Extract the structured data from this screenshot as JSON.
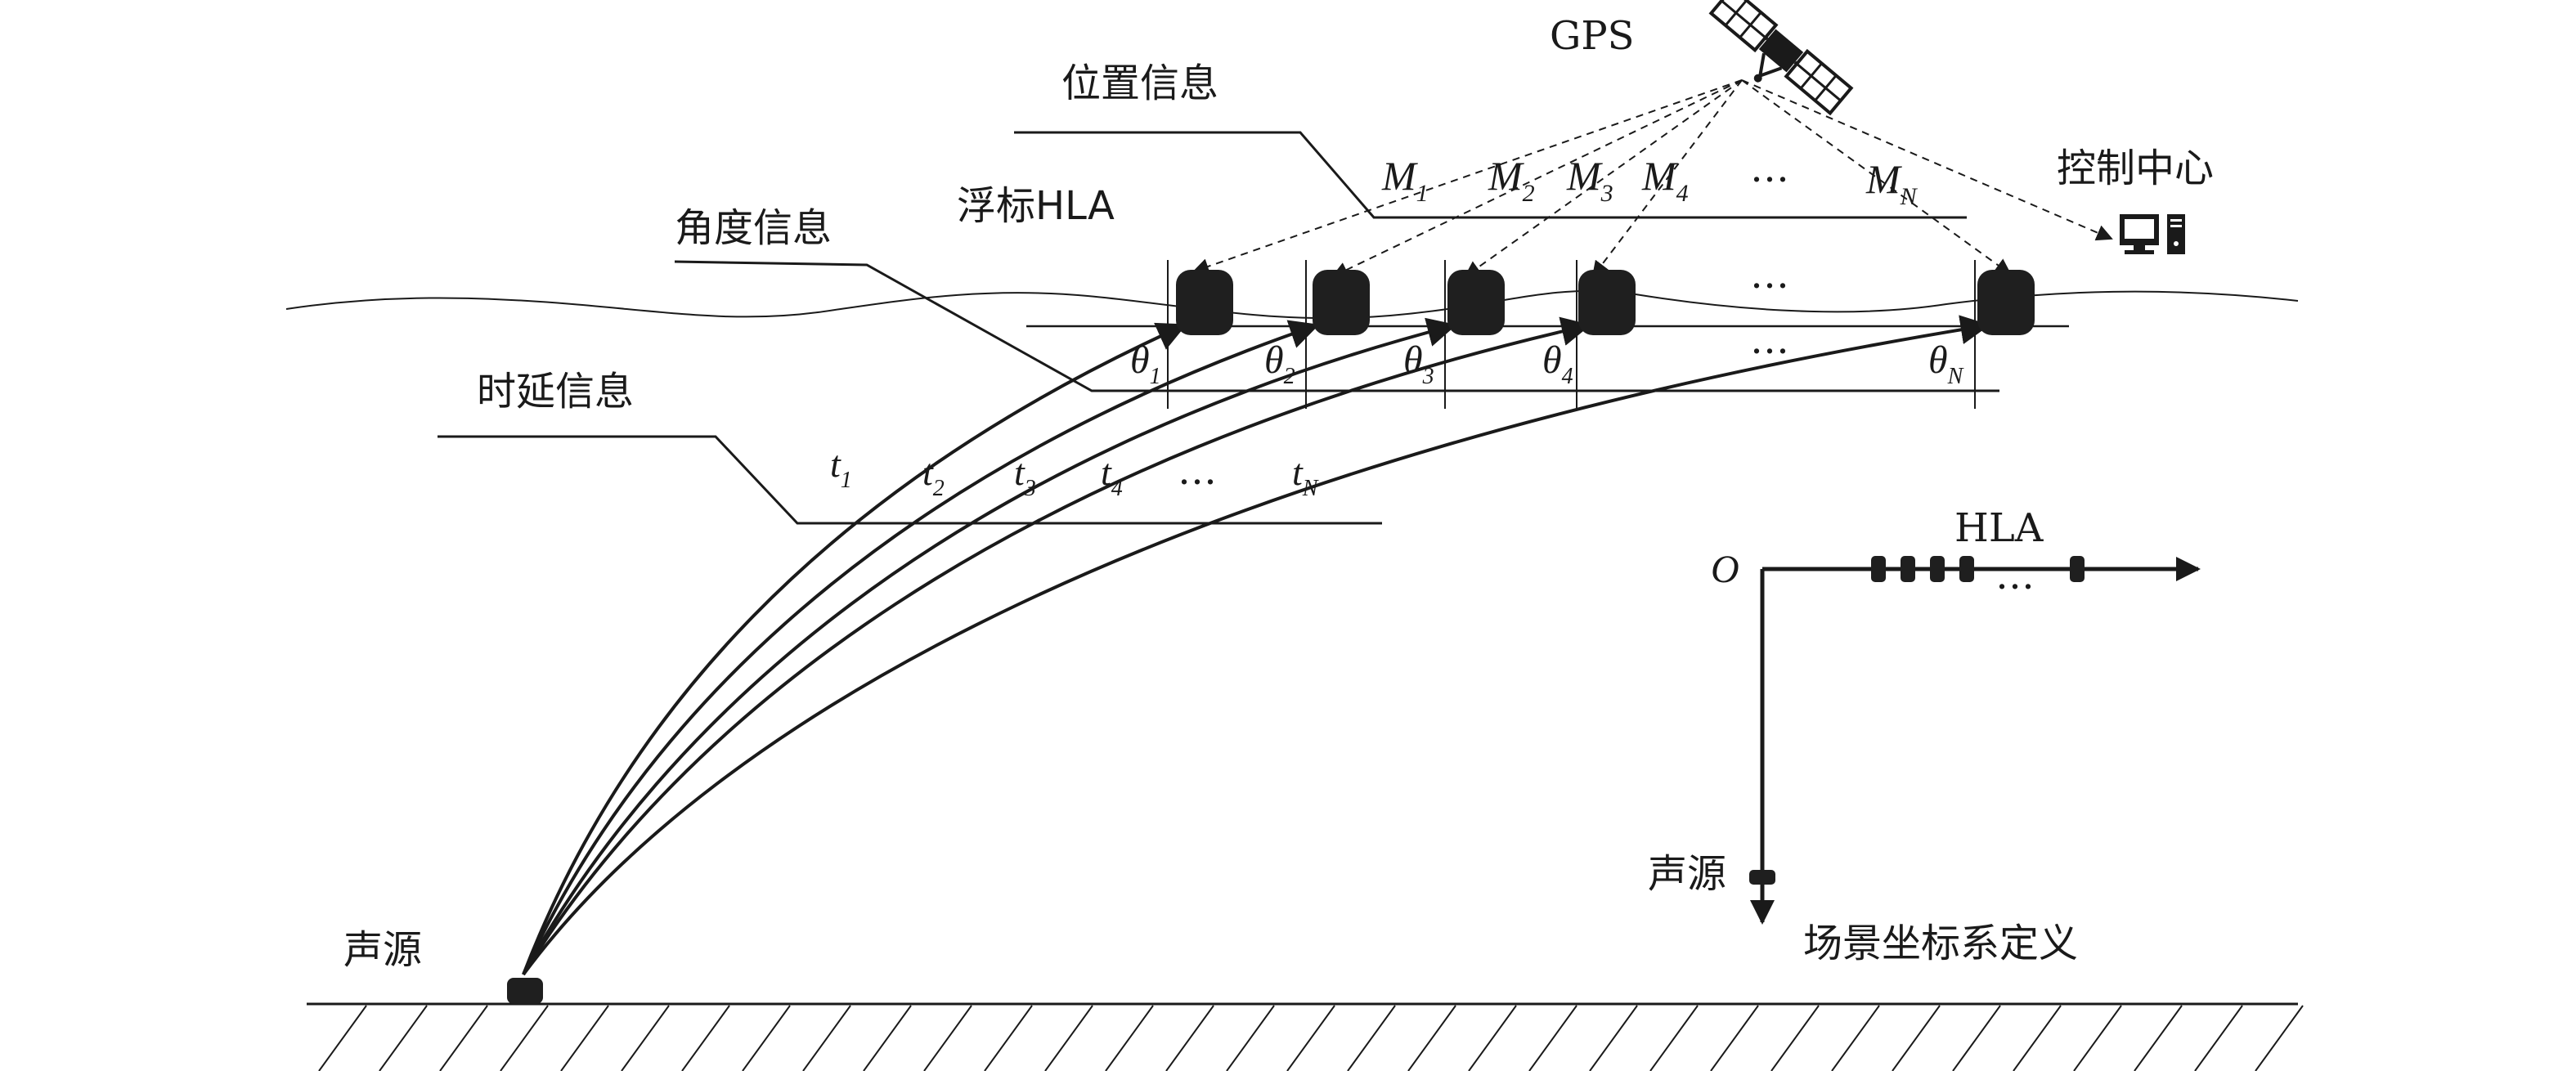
{
  "labels": {
    "gps": "GPS",
    "position_info": "位置信息",
    "angle_info": "角度信息",
    "delay_info": "时延信息",
    "buoy_hla": "浮标HLA",
    "control_center": "控制中心",
    "source": "声源",
    "coord_hla": "HLA",
    "coord_origin": "O",
    "coord_source": "声源",
    "coord_caption": "场景坐标系定义",
    "ellipsis": "…"
  },
  "position_marks": [
    {
      "base": "M",
      "sub": "1"
    },
    {
      "base": "M",
      "sub": "2"
    },
    {
      "base": "M",
      "sub": "3"
    },
    {
      "base": "M",
      "sub": "4"
    },
    {
      "base": "M",
      "sub": "N"
    }
  ],
  "angle_marks": [
    {
      "base": "θ",
      "sub": "1"
    },
    {
      "base": "θ",
      "sub": "2"
    },
    {
      "base": "θ",
      "sub": "3"
    },
    {
      "base": "θ",
      "sub": "4"
    },
    {
      "base": "θ",
      "sub": "N"
    }
  ],
  "delay_marks": [
    {
      "base": "t",
      "sub": "1"
    },
    {
      "base": "t",
      "sub": "2"
    },
    {
      "base": "t",
      "sub": "3"
    },
    {
      "base": "t",
      "sub": "4"
    },
    {
      "base": "t",
      "sub": "N"
    }
  ],
  "icons": {
    "satellite": "satellite-icon",
    "computer": "computer-icon",
    "buoy": "buoy-icon"
  },
  "colors": {
    "ink": "#1a1a1a",
    "buoy": "#1f1f1f"
  }
}
